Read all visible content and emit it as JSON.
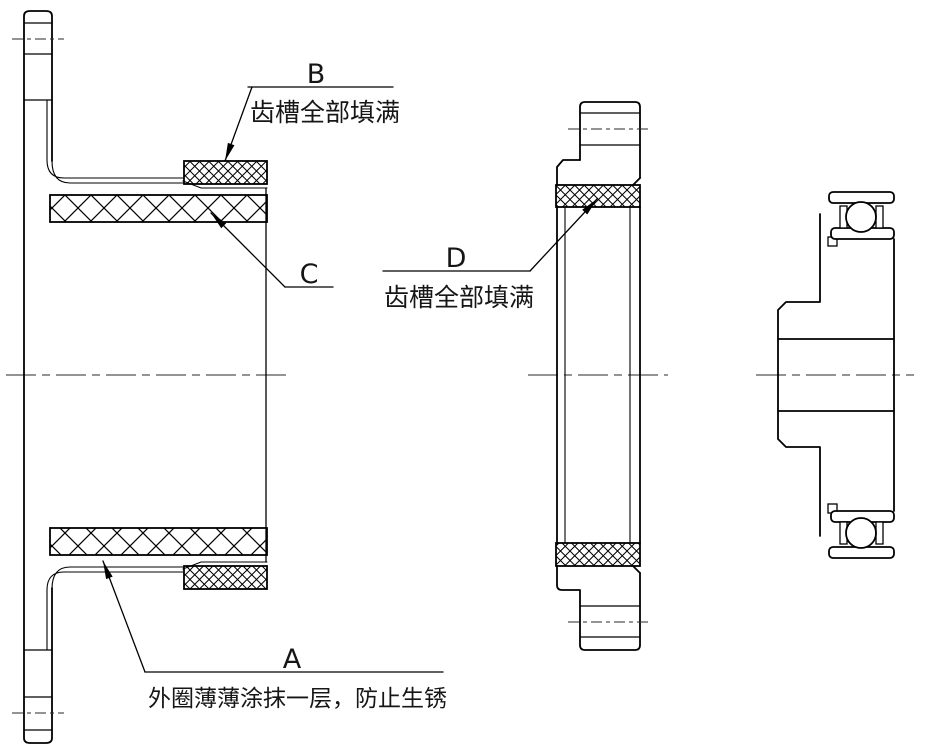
{
  "colors": {
    "background": "#ffffff",
    "line": "#000000",
    "centerline": "#2a2a2a"
  },
  "callouts": {
    "b": {
      "letter": "B",
      "note": "齿槽全部填满"
    },
    "c": {
      "letter": "C"
    },
    "d": {
      "letter": "D",
      "note": "齿槽全部填满"
    },
    "a": {
      "letter": "A",
      "note": "外圈薄薄涂抹一层，防止生锈"
    }
  }
}
